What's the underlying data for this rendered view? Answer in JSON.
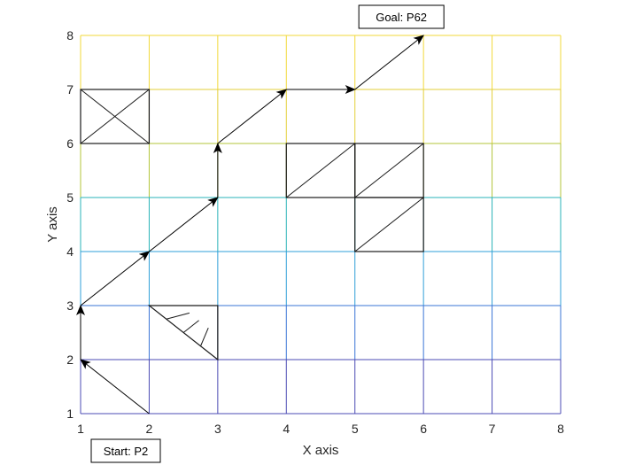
{
  "chart_data": {
    "type": "grid-path",
    "xlabel": "X axis",
    "ylabel": "Y axis",
    "xlim": [
      1,
      8
    ],
    "ylim": [
      1,
      8
    ],
    "x_ticks": [
      "1",
      "2",
      "3",
      "4",
      "5",
      "6",
      "7",
      "8"
    ],
    "y_ticks": [
      "1",
      "2",
      "3",
      "4",
      "5",
      "6",
      "7",
      "8"
    ],
    "grid_line_colors": {
      "1": "#4b4bb4",
      "2": "#4b4bb4",
      "3": "#3a74d6",
      "4": "#2f9fd8",
      "5": "#2ab3b8",
      "6": "#b3c53a",
      "7": "#e3cf3a",
      "8": "#f2d93a"
    },
    "path": [
      [
        2,
        1
      ],
      [
        1,
        2
      ],
      [
        1,
        3
      ],
      [
        2,
        4
      ],
      [
        3,
        5
      ],
      [
        3,
        6
      ],
      [
        4,
        7
      ],
      [
        5,
        7
      ],
      [
        6,
        8
      ]
    ],
    "obstacles": [
      {
        "shape": "square-x",
        "x": [
          1,
          2
        ],
        "y": [
          6,
          7
        ]
      },
      {
        "shape": "triangle-hatched",
        "points": [
          [
            2,
            3
          ],
          [
            3,
            3
          ],
          [
            3,
            2
          ]
        ]
      },
      {
        "shape": "square-diagonal",
        "x": [
          4,
          5
        ],
        "y": [
          5,
          6
        ]
      },
      {
        "shape": "square-diagonal",
        "x": [
          5,
          6
        ],
        "y": [
          5,
          6
        ]
      },
      {
        "shape": "square-diagonal",
        "x": [
          5,
          6
        ],
        "y": [
          4,
          5
        ]
      }
    ],
    "annotations": {
      "start": {
        "text": "Start: P2",
        "at": [
          1,
          1
        ]
      },
      "goal": {
        "text": "Goal: P62",
        "at": [
          6,
          8
        ]
      }
    }
  }
}
